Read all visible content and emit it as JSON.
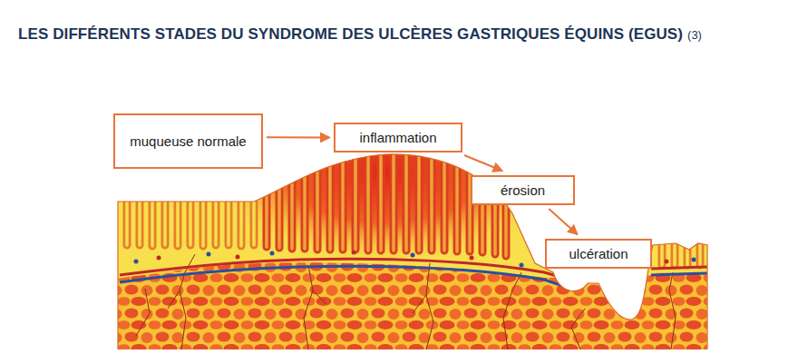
{
  "diagram": {
    "title": "LES DIFFÉRENTS STADES DU SYNDROME DES ULCÈRES GASTRIQUES ÉQUINS (EGUS)",
    "nodes": [
      {
        "text": [
          "muqueuse normale"
        ]
      },
      {
        "text": [
          "inflammation"
        ]
      },
      {
        "text": [
          "érosion"
        ]
      },
      {
        "text": [
          "ulcération"
        ]
      }
    ],
    "edges": [
      {
        "from": 0,
        "to": 1,
        "arrow": "to"
      },
      {
        "from": 1,
        "to": 2,
        "arrow": "to"
      },
      {
        "from": 2,
        "to": 3,
        "arrow": "to"
      }
    ],
    "labels": [
      "(3)"
    ]
  }
}
